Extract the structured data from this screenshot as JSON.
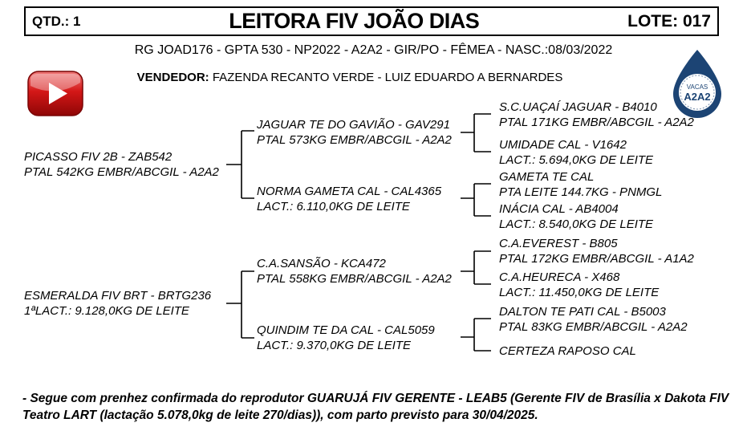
{
  "header": {
    "qty": "QTD.: 1",
    "title": "LEITORA FIV JOÃO DIAS",
    "lot": "LOTE: 017"
  },
  "registration_line": "RG JOAD176 - GPTA 530 - NP2022 - A2A2 - GIR/PO - FÊMEA - NASC.:08/03/2022",
  "vendor": {
    "label": "VENDEDOR:",
    "name": " FAZENDA RECANTO VERDE - LUIZ EDUARDO A BERNARDES"
  },
  "badge": {
    "top_text": "VACAS",
    "main_text": "A2A2",
    "color": "#1c4474"
  },
  "icons": {
    "play": "video-play-icon",
    "badge": "a2a2-milk-drop-badge"
  },
  "pedigree": {
    "parents": [
      {
        "name": "PICASSO FIV 2B - ZAB542",
        "detail": "PTAL 542KG EMBR/ABCGIL - A2A2"
      },
      {
        "name": "ESMERALDA FIV BRT - BRTG236",
        "detail": "1ªLACT.: 9.128,0KG DE LEITE"
      }
    ],
    "grandparents": [
      {
        "name": "JAGUAR TE DO GAVIÃO - GAV291",
        "detail": "PTAL 573KG EMBR/ABCGIL - A2A2"
      },
      {
        "name": "NORMA GAMETA CAL - CAL4365",
        "detail": "LACT.: 6.110,0KG DE LEITE"
      },
      {
        "name": "C.A.SANSÃO - KCA472",
        "detail": "PTAL 558KG EMBR/ABCGIL - A2A2"
      },
      {
        "name": "QUINDIM TE DA CAL - CAL5059",
        "detail": "LACT.: 9.370,0KG DE LEITE"
      }
    ],
    "great_grandparents": [
      {
        "name": "S.C.UAÇAÍ JAGUAR - B4010",
        "detail": "PTAL 171KG EMBR/ABCGIL - A2A2"
      },
      {
        "name": "UMIDADE CAL - V1642",
        "detail": "LACT.: 5.694,0KG DE LEITE"
      },
      {
        "name": "GAMETA TE CAL",
        "detail": "PTA LEITE 144.7KG - PNMGL"
      },
      {
        "name": "INÁCIA CAL - AB4004",
        "detail": "LACT.: 8.540,0KG DE LEITE"
      },
      {
        "name": "C.A.EVEREST - B805",
        "detail": "PTAL 172KG EMBR/ABCGIL - A1A2"
      },
      {
        "name": "C.A.HEURECA - X468",
        "detail": "LACT.: 11.450,0KG DE LEITE"
      },
      {
        "name": "DALTON TE PATI CAL - B5003",
        "detail": "PTAL 83KG EMBR/ABCGIL - A2A2"
      },
      {
        "name": "CERTEZA RAPOSO CAL",
        "detail": ""
      }
    ]
  },
  "footnote": "- Segue com prenhez confirmada do reprodutor GUARUJÁ FIV GERENTE - LEAB5 (Gerente FIV de Brasília x Dakota FIV Teatro LART (lactação 5.078,0kg de leite 270/dias)), com parto previsto para 30/04/2025."
}
